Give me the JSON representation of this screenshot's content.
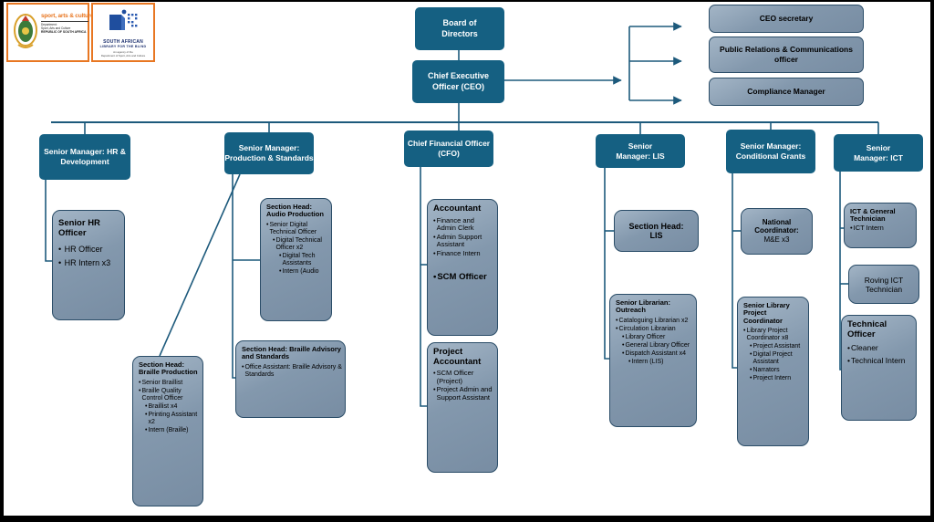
{
  "colors": {
    "dark_box": "#156082",
    "light_box": "#8398ad",
    "connector_line": "#1d5a7c",
    "logo_border": "#e87722"
  },
  "logos": {
    "dsac": {
      "title": "sport, arts & culture",
      "sub1": "Department:",
      "sub2": "Sport, Arts and Culture",
      "sub3": "REPUBLIC OF SOUTH AFRICA"
    },
    "salb": {
      "line1": "SOUTH AFRICAN",
      "line2": "LIBRARY FOR THE BLIND",
      "sub1": "An agency of the",
      "sub2": "Department of Sport, Arts and Culture"
    }
  },
  "executive": {
    "board": "Board of Directors",
    "ceo": "Chief Executive Officer (CEO)",
    "staff": [
      {
        "t": "CEO secretary"
      },
      {
        "t": "Public Relations & Communications officer"
      },
      {
        "t": "Compliance Manager"
      }
    ]
  },
  "managers": {
    "hr": "Senior Manager: HR & Development",
    "production": "Senior Manager: Production & Standards",
    "cfo": "Chief Financial Officer (CFO)",
    "lis": "Senior Manager: LIS",
    "grants": "Senior Manager: Conditional Grants",
    "ict": "Senior Manager: ICT"
  },
  "units": {
    "senior_hr": {
      "title": "Senior HR Officer",
      "bullets": [
        {
          "t": "HR Officer"
        },
        {
          "t": "HR Intern x3"
        }
      ]
    },
    "braille_production": {
      "title": "Section Head: Braille Production",
      "bullets": [
        {
          "t": "Senior Braillist"
        },
        {
          "t": "Braille Quality Control Officer"
        },
        {
          "t": "Braillist x4",
          "i": 1
        },
        {
          "t": "Printing Assistant x2",
          "i": 1
        },
        {
          "t": "Intern (Braille)",
          "i": 1
        }
      ]
    },
    "audio_production": {
      "title": "Section Head: Audio Production",
      "bullets": [
        {
          "t": "Senior Digital Technical Officer"
        },
        {
          "t": "Digital Technical Officer x2",
          "i": 1
        },
        {
          "t": "Digital Tech Assistants",
          "i": 2
        },
        {
          "t": "Intern (Audio",
          "i": 2
        }
      ]
    },
    "braille_advisory": {
      "title": "Section Head: Braille Advisory and Standards",
      "bullets": [
        {
          "t": "Office Assistant: Braille Advisory & Standards"
        }
      ]
    },
    "accountant": {
      "title": "Accountant",
      "bullets": [
        {
          "t": "Finance and Admin Clerk"
        },
        {
          "t": "Admin Support Assistant"
        },
        {
          "t": "Finance Intern"
        },
        {
          "t": "SCM Officer",
          "b": 1,
          "g": 1
        }
      ]
    },
    "project_accountant": {
      "title": "Project Accountant",
      "bullets": [
        {
          "t": "SCM Officer (Project)"
        },
        {
          "t": "Project Admin and Support Assistant"
        }
      ]
    },
    "section_head_lis": {
      "title": "Section Head: LIS"
    },
    "outreach": {
      "title": "Senior Librarian: Outreach",
      "bullets": [
        {
          "t": "Cataloguing Librarian x2"
        },
        {
          "t": "Circulation Librarian"
        },
        {
          "t": "Library Officer",
          "i": 1
        },
        {
          "t": "General Library Officer",
          "i": 1
        },
        {
          "t": "Dispatch Assistant x4",
          "i": 1
        },
        {
          "t": "Intern (LIS)",
          "i": 2
        }
      ]
    },
    "national_coordinator": {
      "title": "National Coordinator:",
      "subtitle": "M&E x3"
    },
    "library_project": {
      "title": "Senior Library Project Coordinator",
      "bullets": [
        {
          "t": "Library Project Coordinator x8"
        },
        {
          "t": "Project Assistant",
          "i": 1
        },
        {
          "t": "Digital Project Assistant",
          "i": 1
        },
        {
          "t": "Narrators",
          "i": 1
        },
        {
          "t": "Project Intern",
          "i": 1
        }
      ]
    },
    "ict_general": {
      "title": "ICT & General Technician",
      "bullets": [
        {
          "t": "ICT Intern"
        }
      ]
    },
    "roving": {
      "title": "Roving ICT Technician"
    },
    "technical_officer": {
      "title": "Technical Officer",
      "bullets": [
        {
          "t": "Cleaner"
        },
        {
          "t": "Technical Intern"
        }
      ]
    }
  }
}
